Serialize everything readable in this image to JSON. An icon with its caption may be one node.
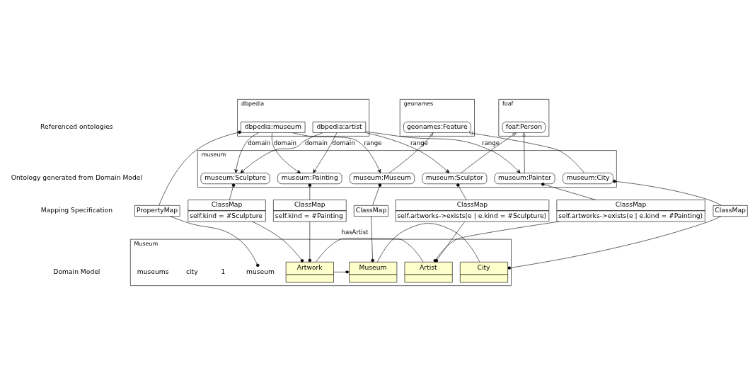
{
  "diagram": {
    "nodes": [
      {
        "text": [
          "geonames"
        ]
      },
      {
        "text": [
          "geonames:Feature"
        ],
        "in": 0
      },
      {
        "text": [
          "dbpedia"
        ]
      },
      {
        "text": [
          "dbpedia:museum"
        ],
        "in": 2
      },
      {
        "text": [
          "dbpedia:artist"
        ],
        "in": 2
      },
      {
        "text": [
          "foaf"
        ]
      },
      {
        "text": [
          "foaf:Person"
        ],
        "in": 5
      },
      {
        "text": [
          "museum"
        ]
      },
      {
        "text": [
          "museum:Museum"
        ],
        "in": 7
      },
      {
        "text": [
          "museum:City"
        ],
        "in": 7
      },
      {
        "text": [
          "museum:Sculpture"
        ],
        "in": 7
      },
      {
        "text": [
          "museum:Painting"
        ],
        "in": 7
      },
      {
        "text": [
          "museum:Painter"
        ],
        "in": 7
      },
      {
        "text": [
          "museum:Sculptor"
        ],
        "in": 7
      },
      {
        "text": [
          "ClassMap"
        ]
      },
      {
        "text": [
          "ClassMap"
        ]
      },
      {
        "text": [
          "ClassMap",
          "self.kind = #Painting"
        ]
      },
      {
        "text": [
          "PropertyMap"
        ]
      },
      {
        "text": [
          "ClassMap",
          "self.kind = #Sculpture"
        ]
      },
      {
        "text": [
          "ClassMap",
          "self.artworks->exists(e | e.kind = #Painting)"
        ]
      },
      {
        "text": [
          "ClassMap",
          "self.artworks->exists(e | e.kind = #Sculpture)"
        ]
      },
      {
        "text": [
          "Museum"
        ]
      },
      {
        "text": [
          "City"
        ],
        "in": 21
      },
      {
        "text": [
          "Museum"
        ],
        "in": 21
      },
      {
        "text": [
          "museum"
        ],
        "in": 21
      },
      {
        "text": [
          "Artwork"
        ],
        "in": 21
      },
      {
        "text": [
          "Artist"
        ],
        "in": 21
      }
    ],
    "edges": [
      {
        "from": 9,
        "to": 1,
        "arrow": "to"
      },
      {
        "from": 8,
        "to": 1,
        "arrow": "to"
      },
      {
        "from": 12,
        "to": 6,
        "arrow": "to"
      },
      {
        "from": 13,
        "to": 6,
        "arrow": "to"
      },
      {
        "from": 3,
        "to": 8,
        "arrow": "to",
        "label": "range"
      },
      {
        "from": 3,
        "to": 11,
        "arrow": "to",
        "label": "domain"
      },
      {
        "from": 3,
        "to": 10,
        "arrow": "to",
        "label": "domain"
      },
      {
        "from": 4,
        "to": 10,
        "arrow": "to",
        "label": "domain"
      },
      {
        "from": 4,
        "to": 11,
        "arrow": "to",
        "label": "domain"
      },
      {
        "from": 4,
        "to": 12,
        "arrow": "to",
        "label": "range"
      },
      {
        "from": 4,
        "to": 13,
        "arrow": "to",
        "label": "range"
      },
      {
        "from": 9,
        "to": 14,
        "arrow": "other"
      },
      {
        "from": 14,
        "to": 22,
        "arrow": "other"
      },
      {
        "from": 8,
        "to": 15,
        "arrow": "other"
      },
      {
        "from": 15,
        "to": 23,
        "arrow": "other"
      },
      {
        "from": 11,
        "to": 16,
        "arrow": "other"
      },
      {
        "from": 16,
        "to": 25,
        "arrow": "other"
      },
      {
        "from": 3,
        "to": 17,
        "arrow": "other"
      },
      {
        "from": 17,
        "to": 24,
        "arrow": "other"
      },
      {
        "from": 10,
        "to": 18,
        "arrow": "other"
      },
      {
        "from": 18,
        "to": 25,
        "arrow": "other"
      },
      {
        "from": 12,
        "to": 19,
        "arrow": "other"
      },
      {
        "from": 19,
        "to": 26,
        "arrow": "other"
      },
      {
        "from": 13,
        "to": 20,
        "arrow": "other"
      },
      {
        "from": 20,
        "to": 26,
        "arrow": "other"
      },
      {
        "from": 22,
        "to": 23,
        "arrow": "none"
      },
      {
        "from": 23,
        "to": 25,
        "arrow": "other"
      },
      {
        "from": 25,
        "to": 26,
        "arrow": "none",
        "label": "hasArtist"
      }
    ],
    "labels": [
      "Referenced ontologies",
      "Ontology generated from Domain Model",
      "Mapping Specification",
      "1",
      "city",
      "museums",
      "Domain Model"
    ]
  }
}
